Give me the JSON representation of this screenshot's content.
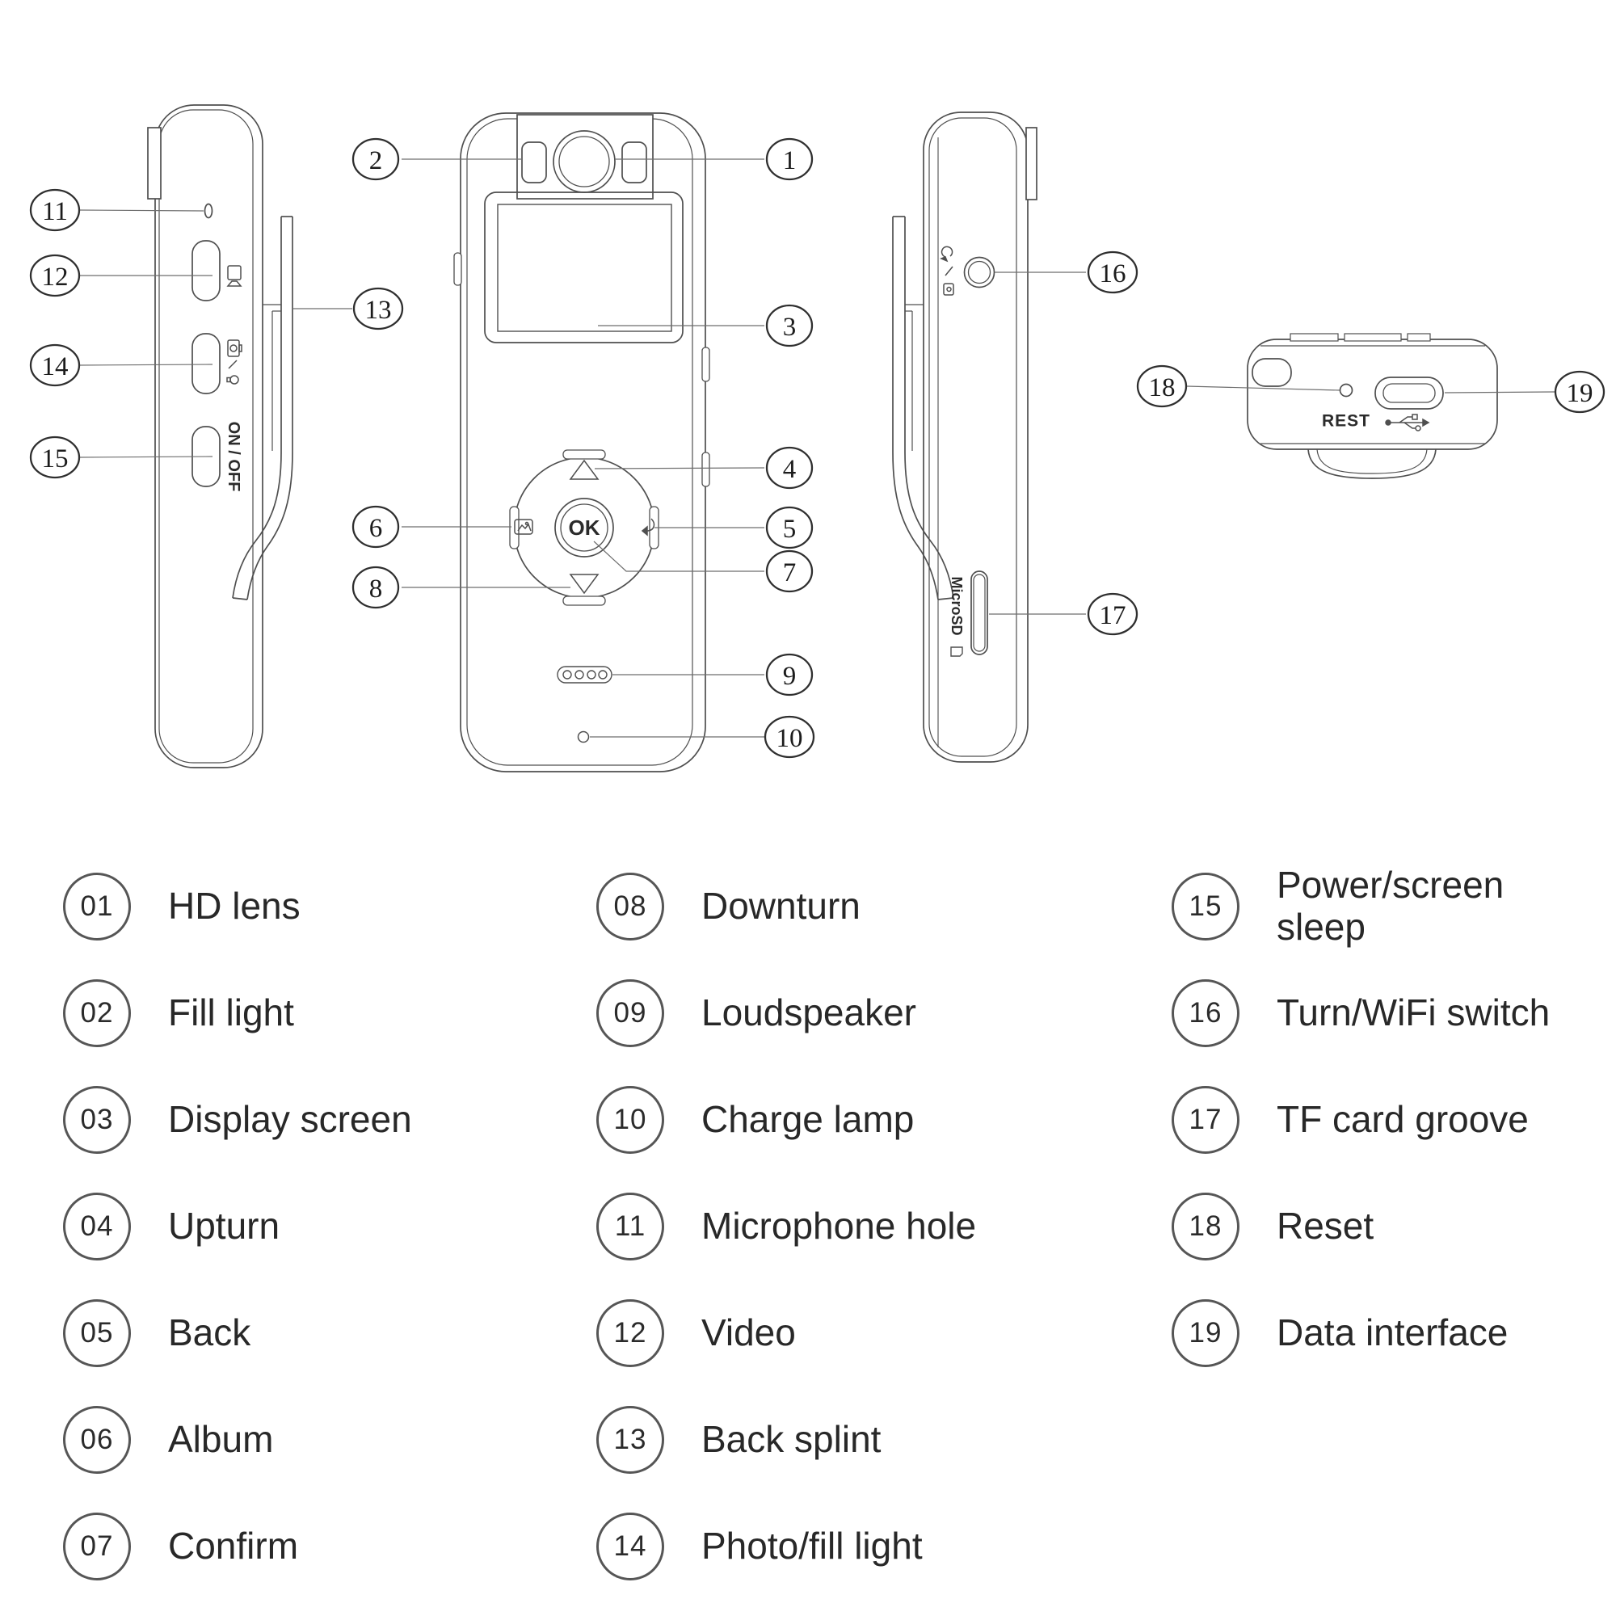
{
  "diagram": {
    "callouts": [
      "1",
      "2",
      "3",
      "4",
      "5",
      "6",
      "7",
      "8",
      "9",
      "10",
      "11",
      "12",
      "13",
      "14",
      "15",
      "16",
      "17",
      "18",
      "19"
    ],
    "device_labels": {
      "ok": "OK",
      "on_off": "ON / OFF",
      "micro_sd": "MicroSD",
      "rest": "REST"
    }
  },
  "legend": {
    "columns": [
      {
        "items": [
          {
            "num": "01",
            "label": "HD lens"
          },
          {
            "num": "02",
            "label": "Fill light"
          },
          {
            "num": "03",
            "label": "Display screen"
          },
          {
            "num": "04",
            "label": "Upturn"
          },
          {
            "num": "05",
            "label": "Back"
          },
          {
            "num": "06",
            "label": "Album"
          },
          {
            "num": "07",
            "label": "Confirm"
          }
        ]
      },
      {
        "items": [
          {
            "num": "08",
            "label": "Downturn"
          },
          {
            "num": "09",
            "label": "Loudspeaker"
          },
          {
            "num": "10",
            "label": "Charge lamp"
          },
          {
            "num": "11",
            "label": "Microphone hole"
          },
          {
            "num": "12",
            "label": "Video"
          },
          {
            "num": "13",
            "label": "Back splint"
          },
          {
            "num": "14",
            "label": "Photo/fill light"
          }
        ]
      },
      {
        "items": [
          {
            "num": "15",
            "label": "Power/screen sleep"
          },
          {
            "num": "16",
            "label": "Turn/WiFi switch"
          },
          {
            "num": "17",
            "label": "TF card groove"
          },
          {
            "num": "18",
            "label": "Reset"
          },
          {
            "num": "19",
            "label": "Data interface"
          }
        ]
      }
    ]
  }
}
